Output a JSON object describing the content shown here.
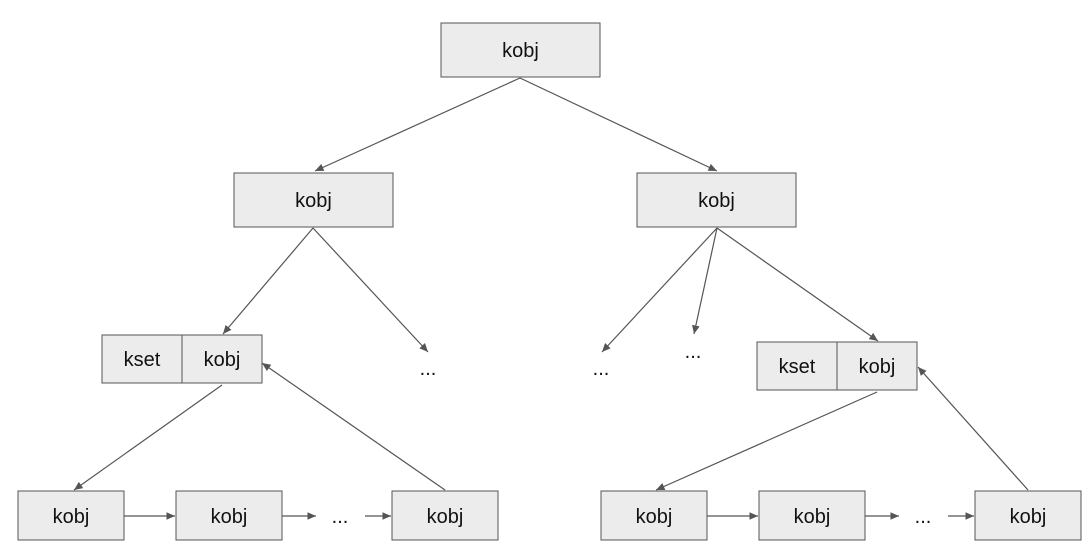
{
  "colors": {
    "box_fill": "#ececec",
    "box_stroke": "#555555",
    "edge": "#555555",
    "text": "#111111"
  },
  "tree": {
    "root": {
      "label": "kobj"
    },
    "left_child": {
      "label": "kobj"
    },
    "right_child": {
      "label": "kobj"
    },
    "left_kset": {
      "kset_label": "kset",
      "kobj_label": "kobj"
    },
    "right_kset": {
      "kset_label": "kset",
      "kobj_label": "kobj"
    },
    "left_ellipsis": "...",
    "right_ellipsis_a": "...",
    "right_ellipsis_b": "..."
  },
  "left_list": {
    "items": [
      "kobj",
      "kobj",
      "kobj"
    ],
    "ellipsis": "..."
  },
  "right_list": {
    "items": [
      "kobj",
      "kobj",
      "kobj"
    ],
    "ellipsis": "..."
  }
}
